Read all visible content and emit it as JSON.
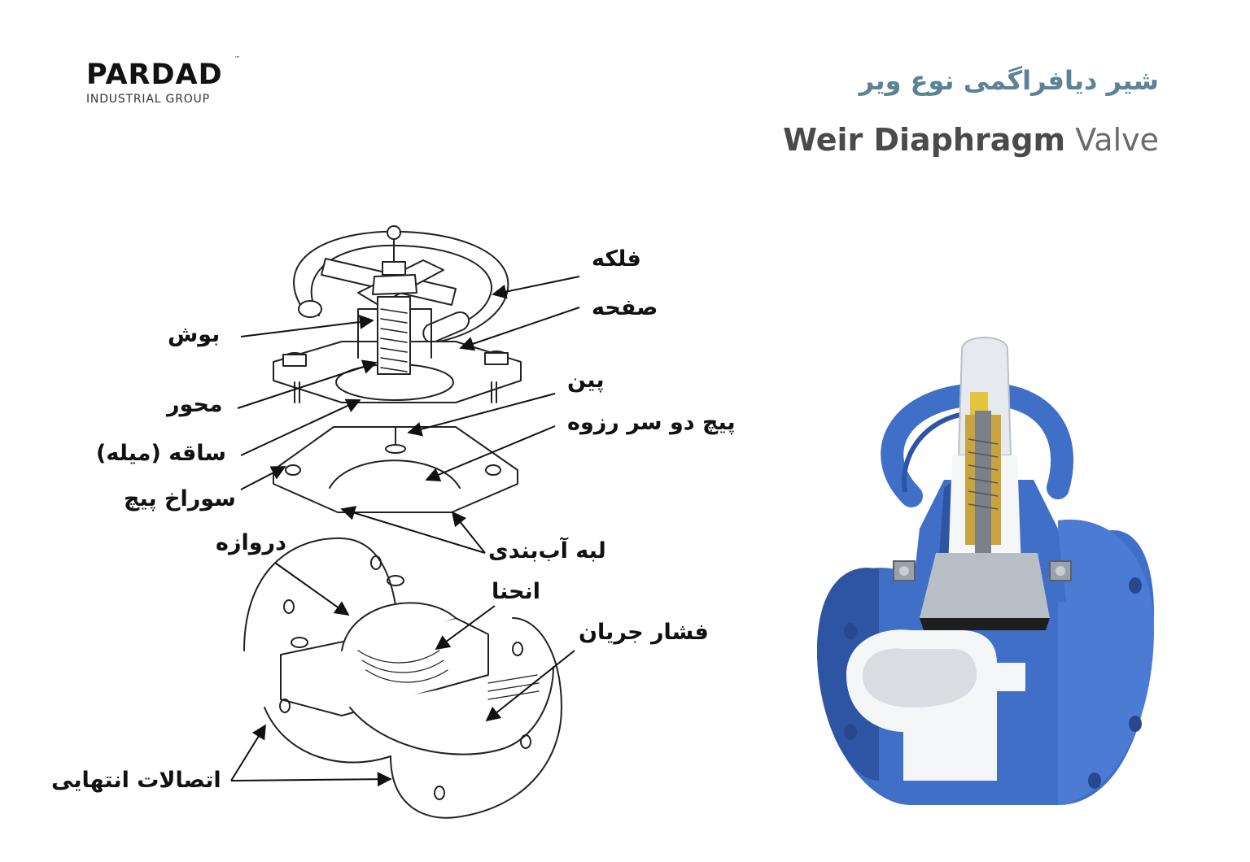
{
  "brand": {
    "name": "PARDAD",
    "tm": "™",
    "subtitle": "INDUSTRIAL GROUP"
  },
  "title": {
    "persian": "شیر دیافراگمی نوع ویر",
    "english_bold": "Weir Diaphragm",
    "english_light": "Valve"
  },
  "labels": {
    "handwheel": "فلکه",
    "plate": "صفحه",
    "bushing": "بوش",
    "pin": "پین",
    "axis": "محور",
    "stud": "پیچ دو سر رزوه",
    "stem": "ساقه (میله)",
    "bolt_hole": "سوراخ پیچ",
    "sealing_lip": "لبه آب‌بندی",
    "gate": "دروازه",
    "curve": "انحنا",
    "flow_pressure": "فشار جریان",
    "end_connections": "اتصالات انتهایی"
  },
  "colors": {
    "title_persian": "#5b8396",
    "valve_blue": "#3f6fc6",
    "valve_blue_dark": "#2e55a3",
    "valve_white": "#f4f6f8",
    "brass": "#c9a43e",
    "cap_translucent": "#dfe3e8"
  }
}
